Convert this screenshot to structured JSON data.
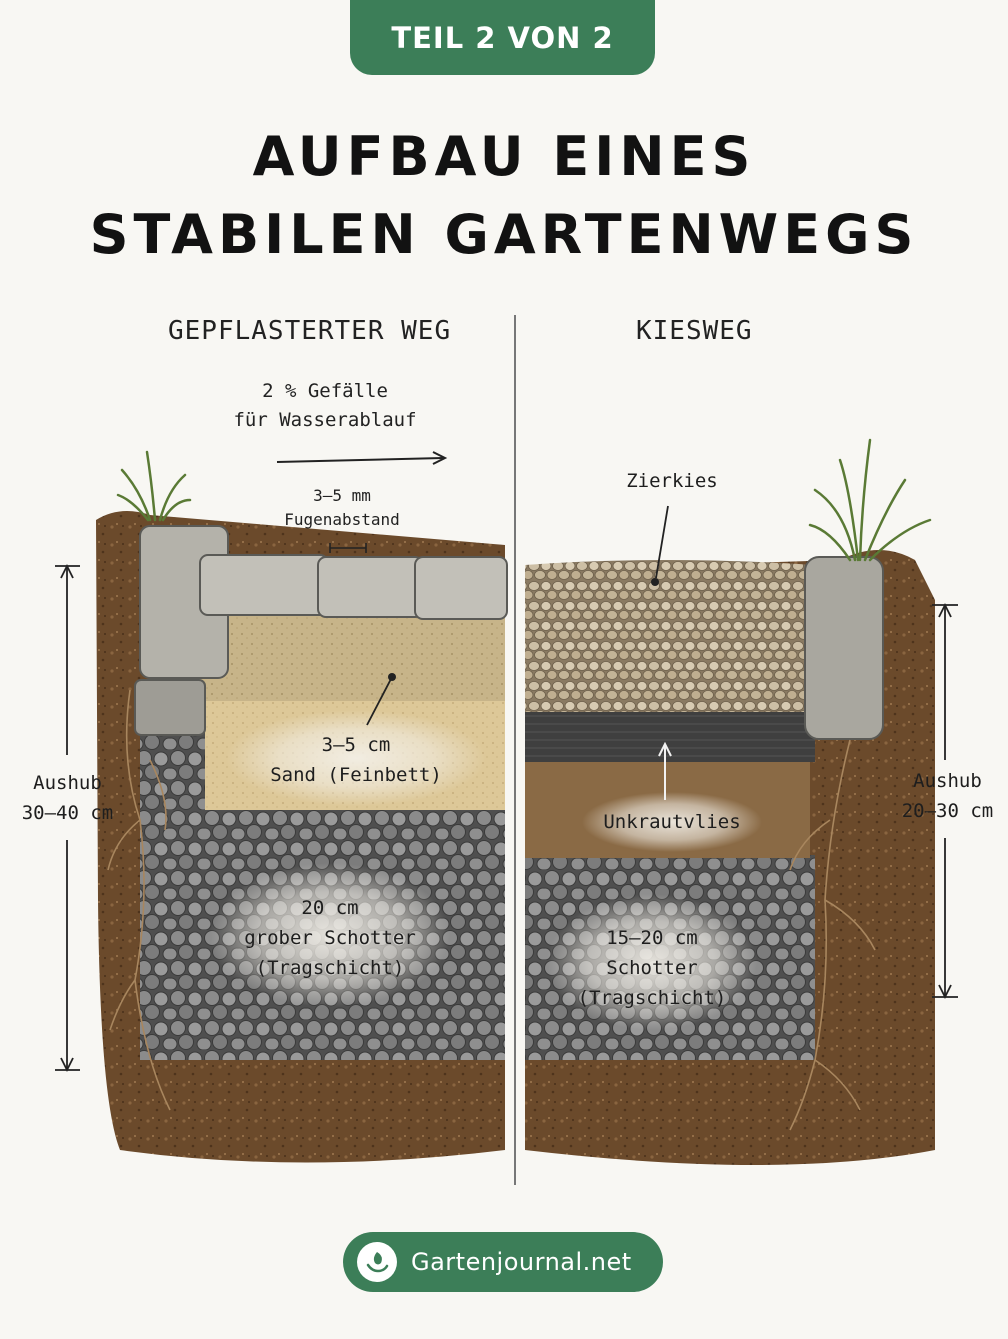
{
  "badge": "TEIL 2 VON 2",
  "title": {
    "line1": "AUFBAU EINES",
    "line2": "STABILEN GARTENWEGS"
  },
  "left": {
    "heading": "GEPFLASTERTER WEG",
    "gefaelle_line1": "2 %  Gefälle",
    "gefaelle_line2": "für Wasserablauf",
    "fuge_line1": "3–5 mm",
    "fuge_line2": "Fugenabstand",
    "sand_line1": "3–5 cm",
    "sand_line2": "Sand (Feinbett)",
    "schotter_line1": "20 cm",
    "schotter_line2": "grober Schotter",
    "schotter_line3": "(Tragschicht)",
    "aushub_line1": "Aushub",
    "aushub_line2": "30–40 cm"
  },
  "right": {
    "heading": "KIESWEG",
    "zierkies": "Zierkies",
    "vlies": "Unkrautvlies",
    "schotter_line1": "15–20 cm",
    "schotter_line2": "Schotter",
    "schotter_line3": "(Tragschicht)",
    "aushub_line1": "Aushub",
    "aushub_line2": "20–30 cm"
  },
  "footer": {
    "brand": "Gartenjournal.net",
    "logo_icon": "leaf-hand-icon"
  },
  "colors": {
    "accent": "#3c7e58",
    "soil": "#6b4a2b",
    "sand": "#e3cf9f",
    "gravel": "#6f6f6f",
    "stone": "#b4b2aa"
  }
}
